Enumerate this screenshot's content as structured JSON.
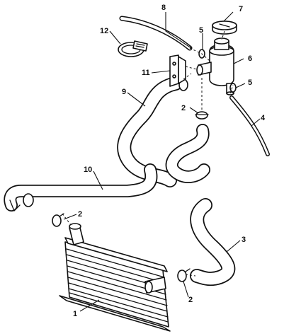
{
  "callouts": {
    "c1": "1",
    "c2a": "2",
    "c2b": "2",
    "c2c": "2",
    "c3": "3",
    "c4": "4",
    "c5a": "5",
    "c5b": "5",
    "c6": "6",
    "c7": "7",
    "c8": "8",
    "c9": "9",
    "c10": "10",
    "c11": "11",
    "c12": "12"
  }
}
